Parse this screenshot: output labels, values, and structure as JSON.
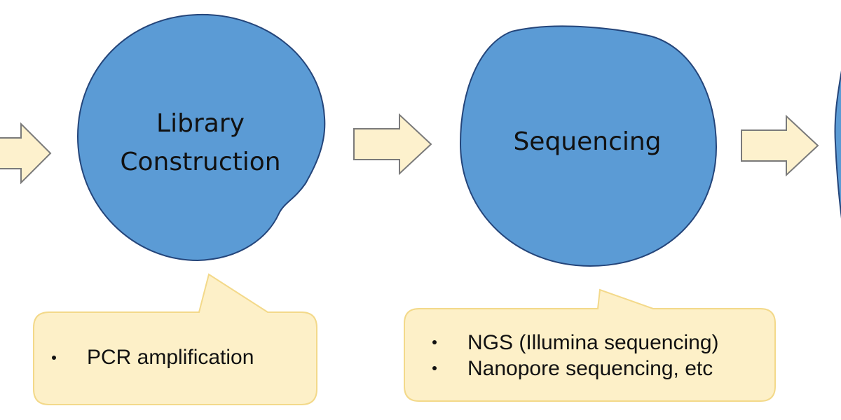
{
  "colors": {
    "node_fill": "#5b9bd5",
    "node_stroke": "#24457a",
    "arrow_fill": "#fdf1cd",
    "arrow_stroke": "#7a7a7a",
    "note_fill": "#fdf0c8",
    "note_stroke": "#f3d98a",
    "text": "#111111"
  },
  "nodes": [
    {
      "id": "library-construction",
      "label_lines": [
        "Library",
        "Construction"
      ]
    },
    {
      "id": "sequencing",
      "label_lines": [
        "Sequencing"
      ]
    }
  ],
  "notes": [
    {
      "id": "library-note",
      "bullets": [
        "PCR amplification"
      ]
    },
    {
      "id": "sequencing-note",
      "bullets": [
        "NGS (Illumina sequencing)",
        "Nanopore sequencing, etc"
      ]
    }
  ],
  "arrows": [
    {
      "id": "arrow-incoming",
      "direction": "right"
    },
    {
      "id": "arrow-library-to-sequencing",
      "direction": "right"
    },
    {
      "id": "arrow-sequencing-to-next",
      "direction": "right"
    }
  ]
}
